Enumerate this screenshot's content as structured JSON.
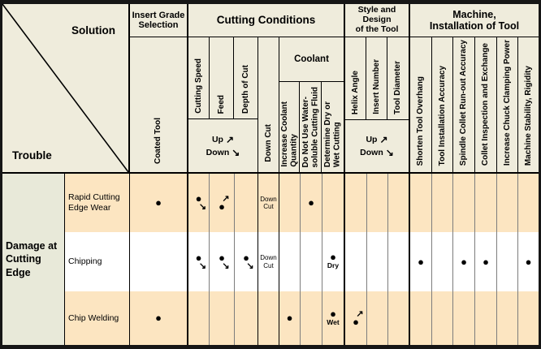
{
  "corner": {
    "solution": "Solution",
    "trouble": "Trouble"
  },
  "groups": {
    "insert_grade": "Insert Grade\nSelection",
    "cutting_conditions": "Cutting Conditions",
    "style_design": "Style and Design\nof the Tool",
    "machine": "Machine,\nInstallation of Tool"
  },
  "cols": {
    "coated_tool": "Coated Tool",
    "cutting_speed": "Cutting Speed",
    "feed": "Feed",
    "depth_of_cut": "Depth of Cut",
    "down_cut": "Down Cut",
    "coolant": "Coolant",
    "increase_coolant_quantity": "Increase Coolant\nQuantity",
    "no_water_soluble": "Do Not Use Water-\nsoluble Cutting Fluid",
    "dry_or_wet": "Determine Dry or\nWet Cutting",
    "helix_angle": "Helix Angle",
    "insert_number": "Insert Number",
    "tool_diameter": "Tool Diameter",
    "shorten_tool_overhang": "Shorten Tool Overhang",
    "tool_installation_accuracy": "Tool Installation Accuracy",
    "spindle_collet_runout": "Spindle Collet Run-out Accuracy",
    "collet_inspection_exchange": "Collet Inspection and Exchange",
    "increase_chuck_clamping": "Increase Chuck Clamping Power",
    "machine_stability_rigidity": "Machine Stability, Rigidity"
  },
  "updown": {
    "up": "Up",
    "down": "Down"
  },
  "marks": {
    "dot": "●",
    "up_arrow": "↗",
    "down_arrow": "↘",
    "down_cut_note": "Down\nCut",
    "dry": "Dry",
    "wet": "Wet"
  },
  "body": {
    "trouble_group": "Damage at\nCutting\nEdge",
    "rows": [
      {
        "label": "Rapid Cutting Edge Wear",
        "cells": {
          "coated_tool": "●",
          "cutting_speed": "● ↘",
          "feed": "↗ ●",
          "down_cut": "Down Cut",
          "no_water_soluble": "●"
        }
      },
      {
        "label": "Chipping",
        "cells": {
          "cutting_speed": "● ↘",
          "feed": "● ↘",
          "depth_of_cut": "● ↘",
          "down_cut": "Down Cut",
          "dry_or_wet": "● Dry",
          "shorten_tool_overhang": "●",
          "spindle_collet_runout": "●",
          "collet_inspection_exchange": "●",
          "machine_stability_rigidity": "●"
        }
      },
      {
        "label": "Chip Welding",
        "cells": {
          "coated_tool": "●",
          "increase_coolant_quantity": "●",
          "dry_or_wet": "● Wet",
          "helix_angle": "↗ ●"
        }
      }
    ]
  },
  "colors": {
    "header_cream": "#efecdc",
    "group_column": "#e8e9d9",
    "row_peach": "#fce5c1",
    "row_white": "#ffffff",
    "grid_black": "#000000",
    "grid_gray": "#7d7d7d"
  }
}
